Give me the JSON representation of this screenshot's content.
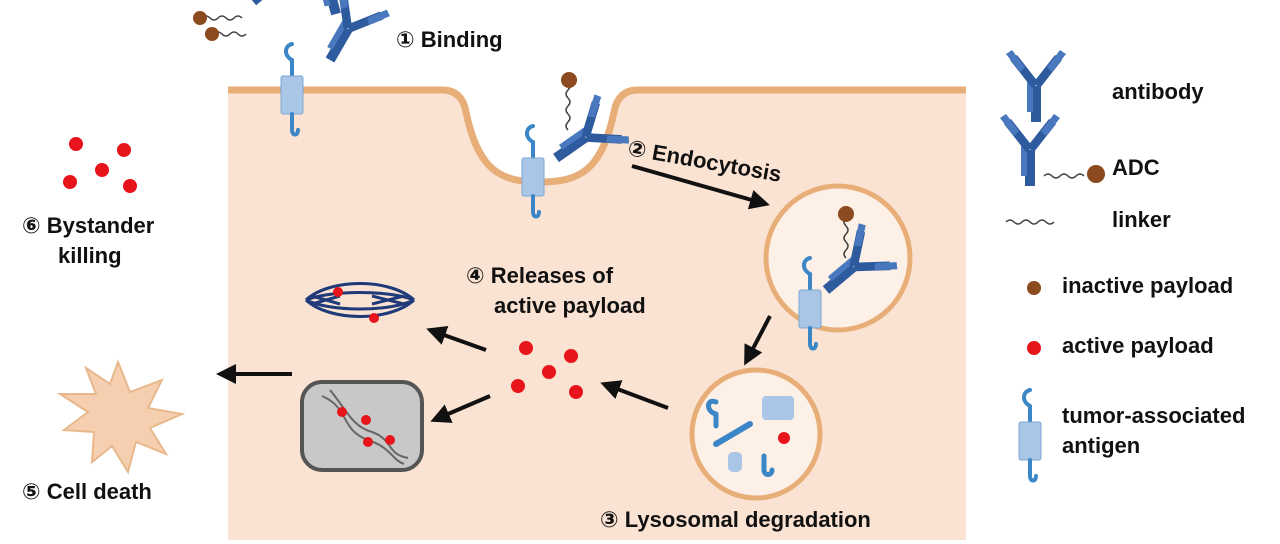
{
  "steps": {
    "binding": "① Binding",
    "endocytosis": "② Endocytosis",
    "lysosomal": "③ Lysosomal  degradation",
    "release_line1": "④ Releases of",
    "release_line2": "active payload",
    "cell_death": "⑤ Cell death",
    "bystander_line1": "⑥ Bystander",
    "bystander_line2": "killing"
  },
  "legend": {
    "antibody": "antibody",
    "adc": "ADC",
    "linker": "linker",
    "inactive_payload": "inactive payload",
    "active_payload": "active payload",
    "antigen_line1": "tumor-associated",
    "antigen_line2": "antigen"
  },
  "colors": {
    "cell_fill": "#fbe3d3",
    "membrane": "#e8ae78",
    "antibody": "#2e5a9e",
    "antigen": "#a9c6e6",
    "antigen_stem": "#3b86c6",
    "inactive_payload": "#8b4a1f",
    "active_payload": "#e8141c",
    "nucleus_fill": "#c8c8c8",
    "nucleus_border": "#555555",
    "starburst": "#f5cfb0"
  },
  "icons": [
    "antibody-icon",
    "adc-icon",
    "linker-icon",
    "inactive-payload-icon",
    "active-payload-icon",
    "antigen-icon",
    "starburst-icon",
    "spindle-icon",
    "nucleus-icon"
  ]
}
